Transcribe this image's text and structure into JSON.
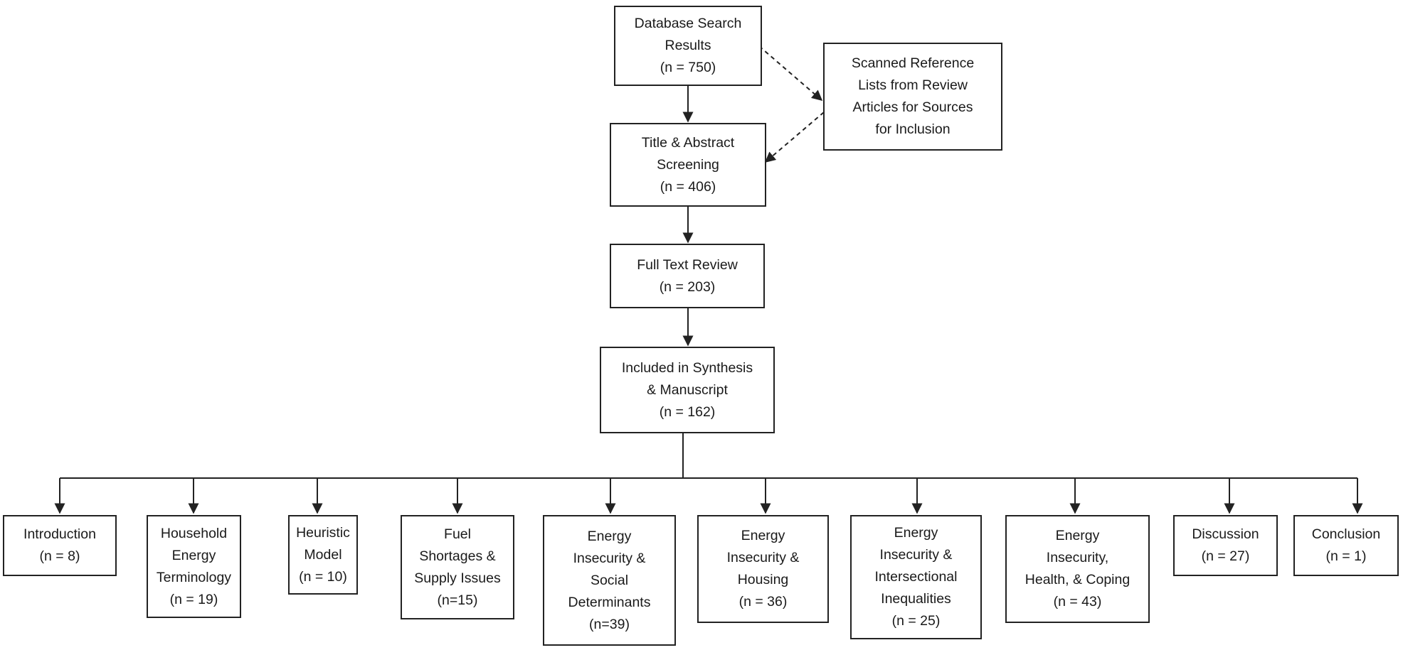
{
  "nodes": {
    "database_search": {
      "lines": [
        "Database Search",
        "Results",
        "(n = 750)"
      ]
    },
    "scanned_reference": {
      "lines": [
        "Scanned Reference",
        "Lists from Review",
        "Articles for Sources",
        "for Inclusion"
      ]
    },
    "title_abstract": {
      "lines": [
        "Title & Abstract",
        "Screening",
        "(n = 406)"
      ]
    },
    "full_text": {
      "lines": [
        "Full Text Review",
        "(n = 203)"
      ]
    },
    "included": {
      "lines": [
        "Included in Synthesis",
        "& Manuscript",
        "(n = 162)"
      ]
    },
    "introduction": {
      "lines": [
        "Introduction",
        "(n = 8)"
      ]
    },
    "household_energy": {
      "lines": [
        "Household",
        "Energy",
        "Terminology",
        "(n = 19)"
      ]
    },
    "heuristic_model": {
      "lines": [
        "Heuristic",
        "Model",
        "(n = 10)"
      ]
    },
    "fuel_shortages": {
      "lines": [
        "Fuel",
        "Shortages &",
        "Supply Issues",
        "(n=15)"
      ]
    },
    "social_determinants": {
      "lines": [
        "Energy",
        "Insecurity &",
        "Social",
        "Determinants",
        "(n=39)"
      ]
    },
    "housing": {
      "lines": [
        "Energy",
        "Insecurity &",
        "Housing",
        "(n = 36)"
      ]
    },
    "intersectional": {
      "lines": [
        "Energy",
        "Insecurity &",
        "Intersectional",
        "Inequalities",
        "(n = 25)"
      ]
    },
    "health_coping": {
      "lines": [
        "Energy",
        "Insecurity,",
        "Health, & Coping",
        "(n = 43)"
      ]
    },
    "discussion": {
      "lines": [
        "Discussion",
        "(n = 27)"
      ]
    },
    "conclusion": {
      "lines": [
        "Conclusion",
        "(n = 1)"
      ]
    }
  },
  "edges": [
    {
      "from": "database_search",
      "to": "title_abstract",
      "style": "solid"
    },
    {
      "from": "database_search",
      "to": "scanned_reference",
      "style": "dashed"
    },
    {
      "from": "scanned_reference",
      "to": "title_abstract",
      "style": "dashed"
    },
    {
      "from": "title_abstract",
      "to": "full_text",
      "style": "solid"
    },
    {
      "from": "full_text",
      "to": "included",
      "style": "solid"
    },
    {
      "from": "included",
      "to": "introduction",
      "style": "solid"
    },
    {
      "from": "included",
      "to": "household_energy",
      "style": "solid"
    },
    {
      "from": "included",
      "to": "heuristic_model",
      "style": "solid"
    },
    {
      "from": "included",
      "to": "fuel_shortages",
      "style": "solid"
    },
    {
      "from": "included",
      "to": "social_determinants",
      "style": "solid"
    },
    {
      "from": "included",
      "to": "housing",
      "style": "solid"
    },
    {
      "from": "included",
      "to": "intersectional",
      "style": "solid"
    },
    {
      "from": "included",
      "to": "health_coping",
      "style": "solid"
    },
    {
      "from": "included",
      "to": "discussion",
      "style": "solid"
    },
    {
      "from": "included",
      "to": "conclusion",
      "style": "solid"
    }
  ]
}
